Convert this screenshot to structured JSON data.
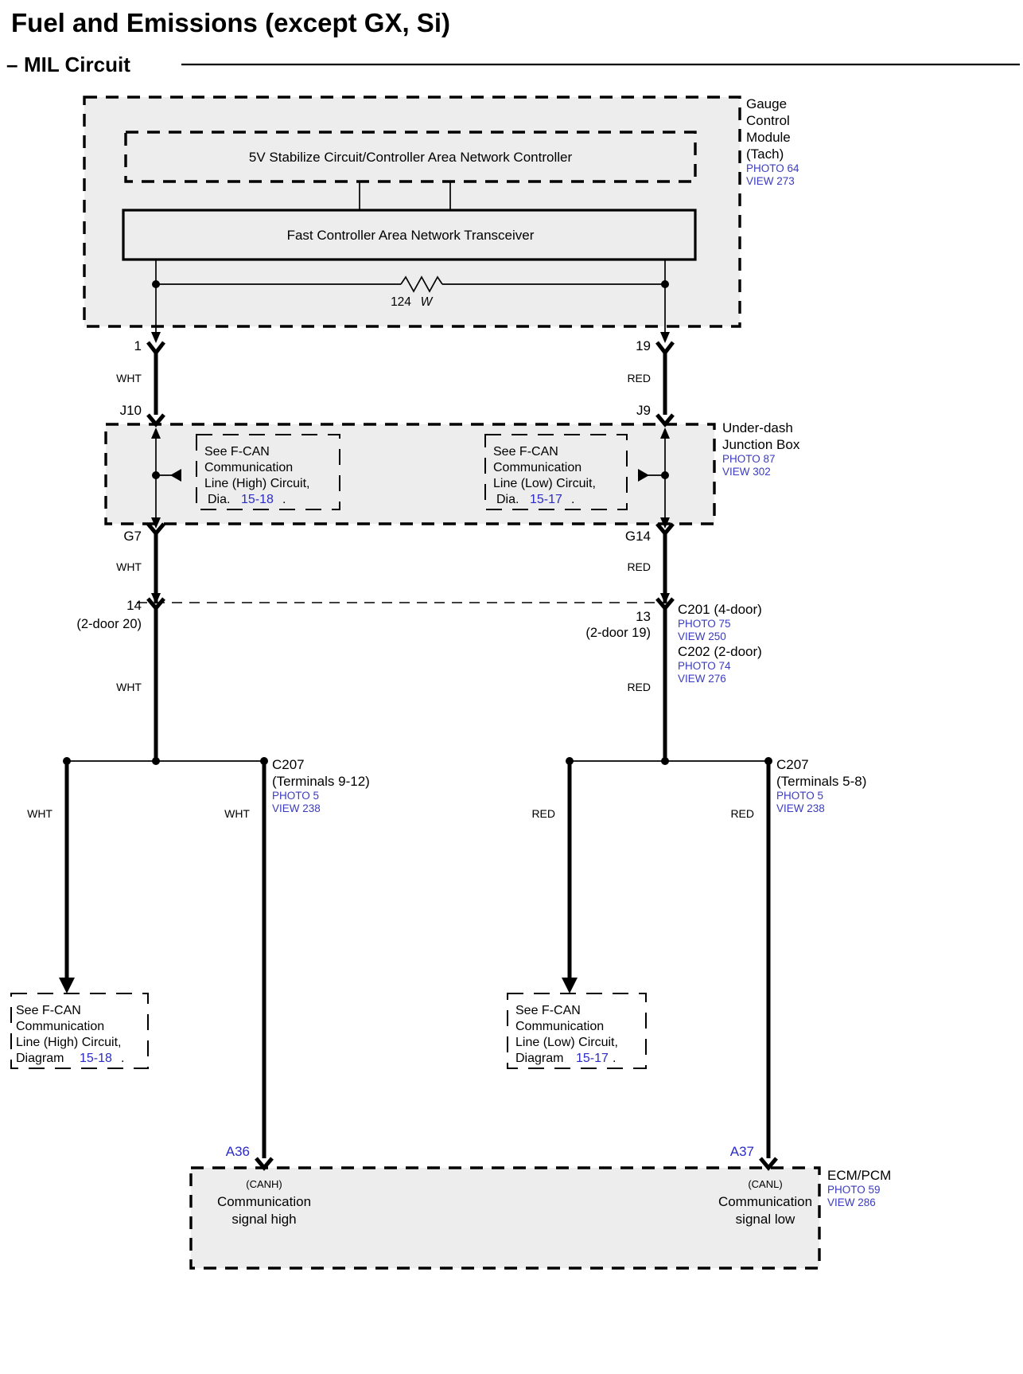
{
  "header": {
    "title": "Fuel and Emissions (except GX, Si)",
    "subtitle": "MIL Circuit",
    "dash": "–"
  },
  "gauge_module": {
    "name_lines": [
      "Gauge",
      "Control",
      "Module",
      "(Tach)"
    ],
    "photo": "PHOTO 64",
    "view": "VIEW 273",
    "inner_dashed_label": "5V Stabilize Circuit/Controller Area Network Controller",
    "inner_solid_label": "Fast Controller Area Network Transceiver",
    "resistor_value": "124",
    "resistor_unit": "W",
    "pin_left": "1",
    "pin_right": "19"
  },
  "junction_box": {
    "name_lines": [
      "Under-dash",
      "Junction Box"
    ],
    "photo": "PHOTO 87",
    "view": "VIEW 302",
    "terminal_in_left": "J10",
    "terminal_in_right": "J9",
    "terminal_out_left": "G7",
    "terminal_out_right": "G14",
    "note_left": {
      "lines": [
        "See F-CAN",
        "Communication",
        "Line (High) Circuit,"
      ],
      "last_prefix": "Dia.",
      "last_link": "15-18",
      "last_suffix": "."
    },
    "note_right": {
      "lines": [
        "See F-CAN",
        "Communication",
        "Line (Low) Circuit,"
      ],
      "last_prefix": "Dia.",
      "last_link": "15-17",
      "last_suffix": "."
    }
  },
  "wires": {
    "w1": "WHT",
    "w2": "RED",
    "w3": "WHT",
    "w4": "RED",
    "w5": "WHT",
    "w6": "RED",
    "w7": "WHT",
    "w8": "WHT",
    "w9": "RED",
    "w10": "RED"
  },
  "c201": {
    "pin_left": "14",
    "pin_left_alt": "(2-door 20)",
    "pin_right": "13",
    "pin_right_alt": "(2-door 19)",
    "name_4door": "C201 (4-door)",
    "photo_4door": "PHOTO 75",
    "view_4door": "VIEW 250",
    "name_2door": "C202 (2-door)",
    "photo_2door": "PHOTO 74",
    "view_2door": "VIEW 276"
  },
  "c207_left": {
    "name": "C207",
    "terminals": "(Terminals 9-12)",
    "photo": "PHOTO 5",
    "view": "VIEW 238"
  },
  "c207_right": {
    "name": "C207",
    "terminals": "(Terminals 5-8)",
    "photo": "PHOTO 5",
    "view": "VIEW 238"
  },
  "note_bottom_left": {
    "lines": [
      "See F-CAN",
      "Communication",
      "Line (High) Circuit,"
    ],
    "last_prefix": "Diagram",
    "last_link": "15-18",
    "last_suffix": "."
  },
  "note_bottom_right": {
    "lines": [
      "See F-CAN",
      "Communication",
      "Line (Low) Circuit,"
    ],
    "last_prefix": "Diagram",
    "last_link": "15-17",
    "last_suffix": "."
  },
  "ecm": {
    "name": "ECM/PCM",
    "photo": "PHOTO 59",
    "view": "VIEW 286",
    "pin_left": "A36",
    "pin_right": "A37",
    "left_can": "(CANH)",
    "left_label_1": "Communication",
    "left_label_2": "signal high",
    "right_can": "(CANL)",
    "right_label_1": "Communication",
    "right_label_2": "signal low"
  },
  "colors": {
    "link_blue": "#2b2bc6",
    "ref_blue": "#3b3bbf",
    "box_fill": "#ededed",
    "line": "#000000"
  }
}
